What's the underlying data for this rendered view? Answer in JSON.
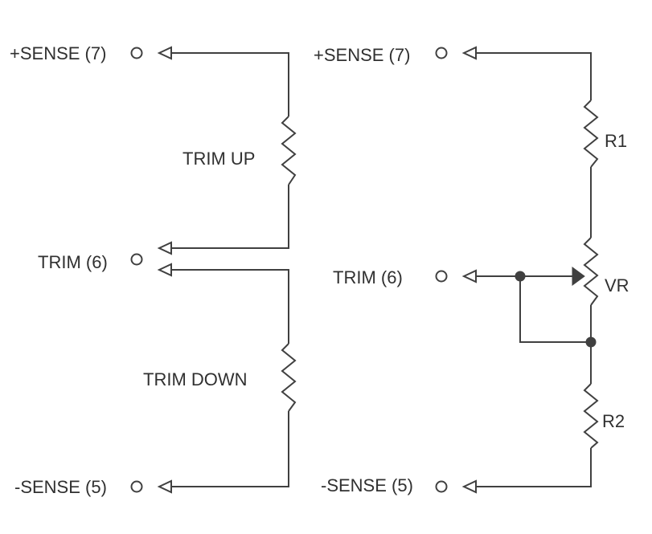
{
  "left_circuit": {
    "sense_plus_label": "+SENSE (7)",
    "trim_label": "TRIM (6)",
    "sense_minus_label": "-SENSE (5)",
    "trim_up_label": "TRIM UP",
    "trim_down_label": "TRIM DOWN"
  },
  "right_circuit": {
    "sense_plus_label": "+SENSE (7)",
    "trim_label": "TRIM (6)",
    "sense_minus_label": "-SENSE (5)",
    "r1_label": "R1",
    "vr_label": "VR",
    "r2_label": "R2"
  },
  "colors": {
    "line": "#404040",
    "text": "#303030",
    "background": "#ffffff"
  }
}
